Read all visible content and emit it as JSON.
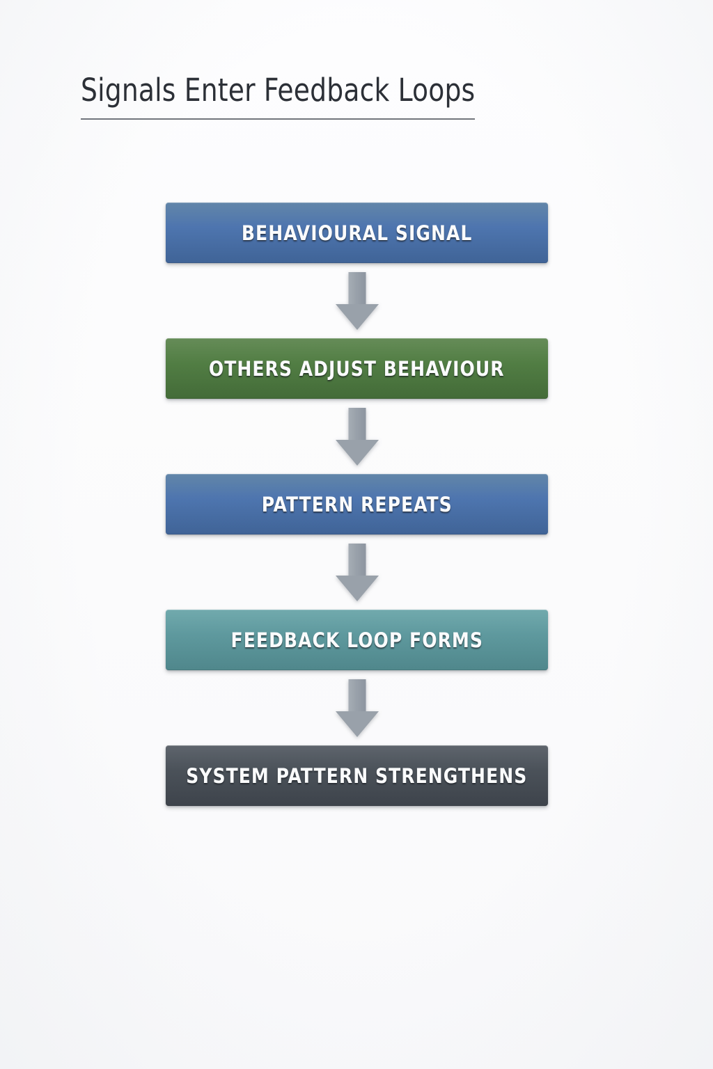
{
  "page": {
    "background_color": "#fcfcfd",
    "title": "Signals Enter Feedback Loops",
    "title_color": "#2c3037",
    "rule_color": "#585d65"
  },
  "diagram": {
    "type": "flowchart",
    "orientation": "vertical",
    "connector_icon": "arrow-down-icon",
    "connector_color": "#99a1aa",
    "nodes": [
      {
        "id": "node-1",
        "label": "BEHAVIOURAL SIGNAL",
        "color": "#4a72ad",
        "theme": "node-blue"
      },
      {
        "id": "node-2",
        "label": "OTHERS ADJUST BEHAVIOUR",
        "color": "#4e7b40",
        "theme": "node-green"
      },
      {
        "id": "node-3",
        "label": "PATTERN REPEATS",
        "color": "#4a72ad",
        "theme": "node-blue"
      },
      {
        "id": "node-4",
        "label": "FEEDBACK LOOP FORMS",
        "color": "#5b979c",
        "theme": "node-teal"
      },
      {
        "id": "node-5",
        "label": "SYSTEM PATTERN STRENGTHENS",
        "color": "#474e56",
        "theme": "node-slate"
      }
    ]
  }
}
